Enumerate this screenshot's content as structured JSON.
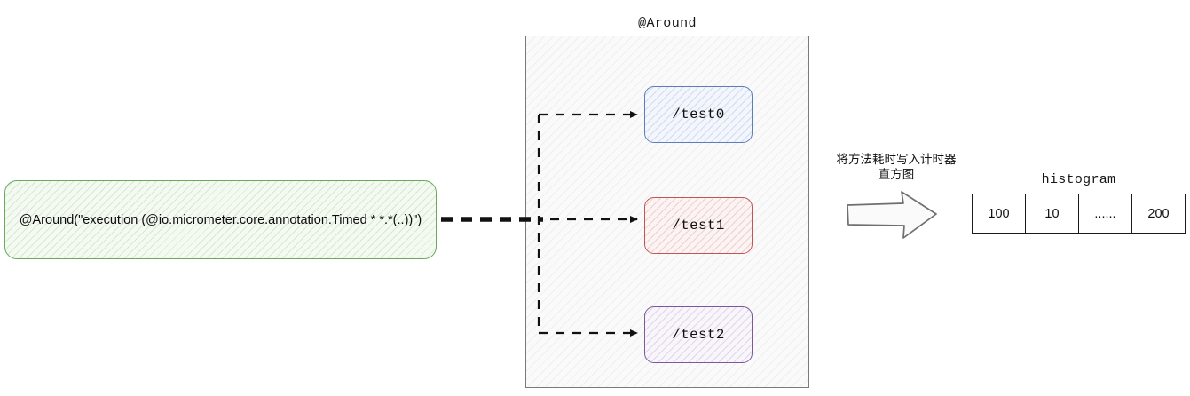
{
  "diagram": {
    "pointcut": {
      "text": "@Around(\"execution (@io.micrometer.core.annotation.Timed * *.*(..))\")",
      "border_color": "#6aa95c",
      "fill_color": "#f4faf2"
    },
    "container": {
      "label": "@Around",
      "border_color": "#7a7a7a",
      "fill_color": "#fafafa"
    },
    "endpoints": [
      {
        "label": "/test0",
        "color": "#5b7fb8",
        "fill": "#f3f6fc"
      },
      {
        "label": "/test1",
        "color": "#bf5555",
        "fill": "#fcf3f3"
      },
      {
        "label": "/test2",
        "color": "#7e579e",
        "fill": "#f8f5fb"
      }
    ],
    "flow_caption": {
      "line1": "将方法耗时写入计时器",
      "line2": "直方图"
    },
    "histogram": {
      "label": "histogram",
      "cells": [
        "100",
        "10",
        "......",
        "200"
      ],
      "border_color": "#1b1b1b"
    }
  }
}
